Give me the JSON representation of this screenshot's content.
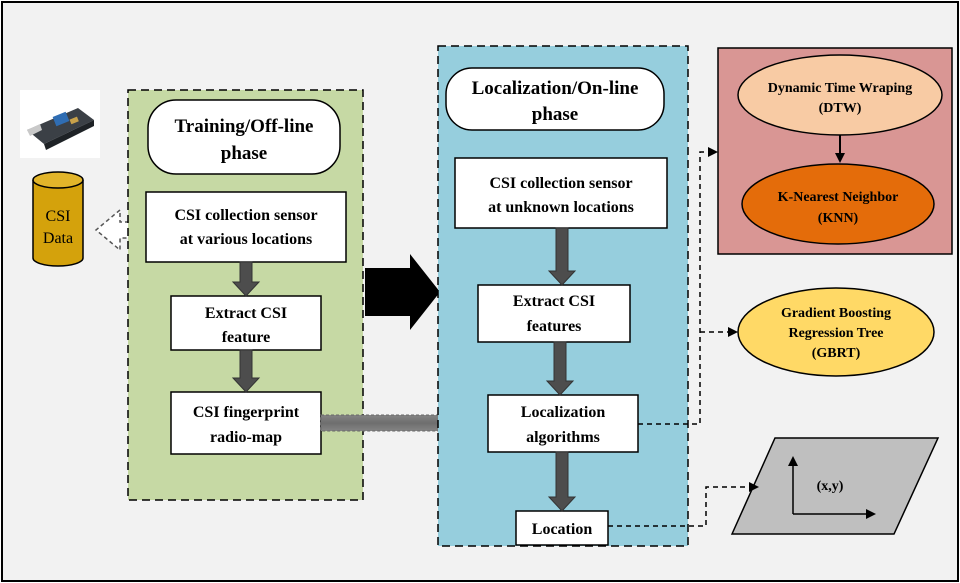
{
  "training_phase": {
    "title_line1": "Training/Off-line",
    "title_line2": "phase"
  },
  "training_steps": [
    {
      "line1": "CSI collection sensor",
      "line2": "at various locations"
    },
    {
      "line1": "Extract CSI",
      "line2": "feature"
    },
    {
      "line1": "CSI fingerprint",
      "line2": "radio-map"
    }
  ],
  "localization_phase": {
    "title_line1": "Localization/On-line",
    "title_line2": "phase"
  },
  "localization_steps": [
    {
      "line1": "CSI collection sensor",
      "line2": "at unknown locations"
    },
    {
      "line1": "Extract CSI",
      "line2": "features"
    },
    {
      "line1": "Localization",
      "line2": "algorithms"
    },
    {
      "line1": "Location"
    }
  ],
  "csi_data": {
    "line1": "CSI",
    "line2": "Data"
  },
  "algorithms": {
    "dtw": {
      "line1": "Dynamic Time Wraping",
      "line2": "(DTW)"
    },
    "knn": {
      "line1": "K-Nearest Neighbor",
      "line2": "(KNN)"
    },
    "gbrt": {
      "line1": "Gradient Boosting",
      "line2": "Regression Tree",
      "line3": "(GBRT)"
    }
  },
  "output": {
    "coordinate": "(x,y)"
  },
  "colors": {
    "training_bg": "#c6d9a4",
    "localization_bg": "#96cedd",
    "algo_panel_bg": "#d99694",
    "dtw_fill": "#f8cba4",
    "knn_fill": "#e46c0a",
    "gbrt_fill": "#ffd966",
    "database_fill": "#d4a20c",
    "plane_fill": "#bfbfbf",
    "background": "#f2f2f2"
  },
  "icons": [
    "router-device-icon",
    "database-icon",
    "coordinate-plane-icon"
  ]
}
